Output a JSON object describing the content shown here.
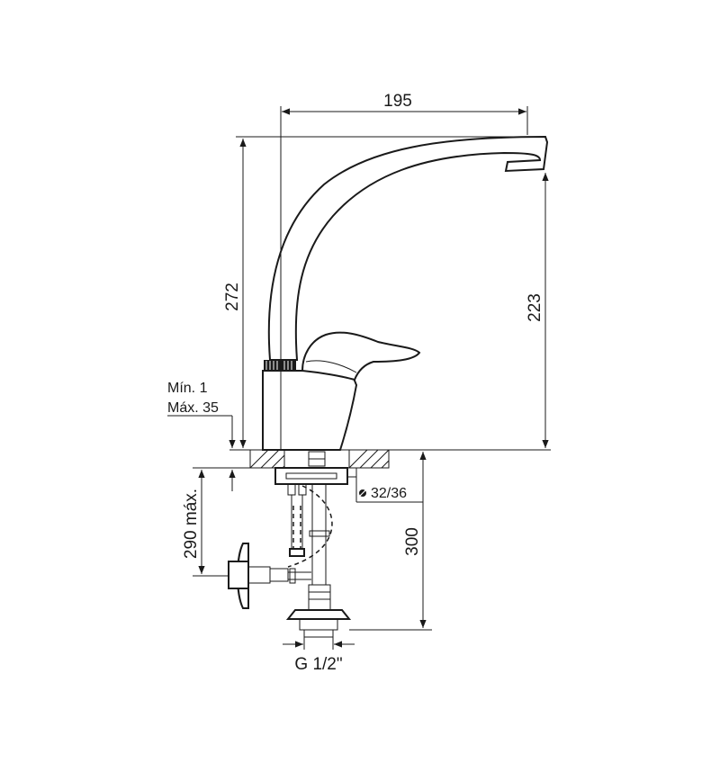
{
  "dimensions": {
    "spout_reach": "195",
    "total_height": "272",
    "spout_height": "223",
    "hose_length_max": "290 máx.",
    "rod_length": "300",
    "connection_thread": "G 1/2\""
  },
  "notes": {
    "counter_min": "Mín. 1",
    "counter_max": "Máx. 35",
    "hole_diameter": "32/36",
    "hole_diameter_symbol": "diameter-icon"
  },
  "colors": {
    "line": "#1a1a1a",
    "background": "#ffffff"
  }
}
